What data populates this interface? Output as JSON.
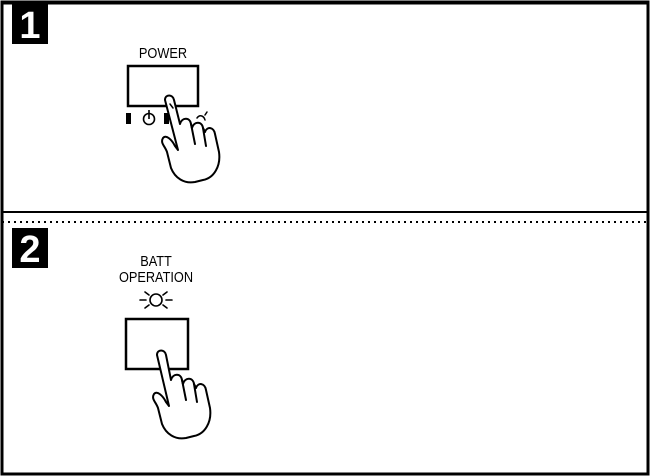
{
  "steps": [
    {
      "number": "1",
      "button_label": "POWER",
      "button_icon": "power-standby-icon"
    },
    {
      "number": "2",
      "button_label": "BATT\nOPERATION",
      "button_label_line1": "BATT",
      "button_label_line2": "OPERATION",
      "indicator_icon": "light-on-icon"
    }
  ],
  "colors": {
    "ink": "#000000",
    "paper": "#ffffff"
  }
}
